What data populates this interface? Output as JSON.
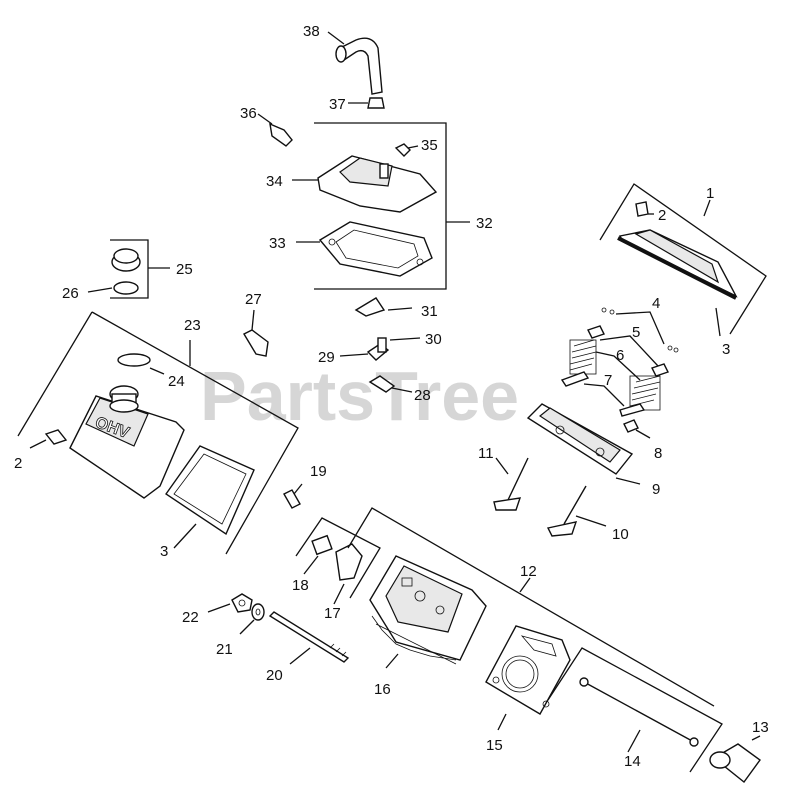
{
  "watermark": "PartsTree",
  "callouts": {
    "c1": "1",
    "c2a": "2",
    "c2b": "2",
    "c3a": "3",
    "c3b": "3",
    "c4": "4",
    "c5": "5",
    "c6": "6",
    "c7": "7",
    "c8": "8",
    "c9": "9",
    "c10": "10",
    "c11": "11",
    "c12": "12",
    "c13": "13",
    "c14": "14",
    "c15": "15",
    "c16": "16",
    "c17": "17",
    "c18": "18",
    "c19": "19",
    "c20": "20",
    "c21": "21",
    "c22": "22",
    "c23": "23",
    "c24": "24",
    "c25": "25",
    "c26": "26",
    "c27": "27",
    "c28": "28",
    "c29": "29",
    "c30": "30",
    "c31": "31",
    "c32": "32",
    "c33": "33",
    "c34": "34",
    "c35": "35",
    "c36": "36",
    "c37": "37",
    "c38": "38"
  },
  "valve_cover_emboss": "OHV"
}
